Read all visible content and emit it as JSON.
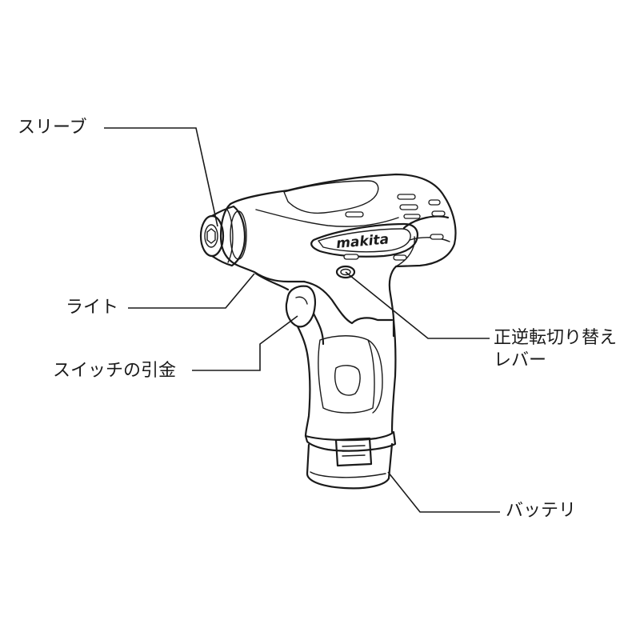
{
  "diagram": {
    "brand_logo": "makita",
    "labels": {
      "sleeve": "スリーブ",
      "light": "ライト",
      "trigger": "スイッチの引金",
      "reverse_lever_line1": "正逆転切り替え",
      "reverse_lever_line2": "レバー",
      "battery": "バッテリ"
    }
  }
}
